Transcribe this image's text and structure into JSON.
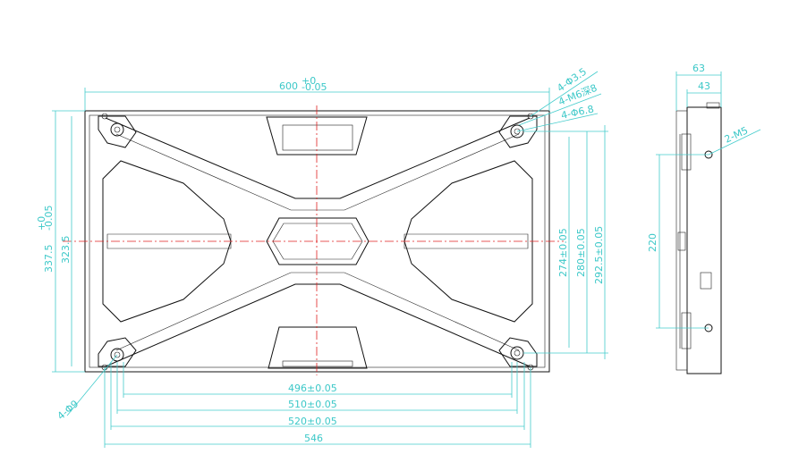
{
  "front_view": {
    "dim_width_top": "600",
    "dim_width_top_tol_upper": "+0",
    "dim_width_top_tol_lower": "-0.05",
    "dim_height_outer": "337.5",
    "dim_height_outer_tol_upper": "+0",
    "dim_height_outer_tol_lower": "-0.05",
    "dim_height_inner": "323.5",
    "dim_274": "274±0.05",
    "dim_280": "280±0.05",
    "dim_292": "292.5±0.05",
    "dim_496": "496±0.05",
    "dim_510": "510±0.05",
    "dim_520": "520±0.05",
    "dim_546": "546",
    "callout_phi35": "4-Φ3.5",
    "callout_m6": "4-M6深8",
    "callout_phi68": "4-Φ6.8",
    "callout_phi9": "4-Φ9"
  },
  "side_view": {
    "dim_63": "63",
    "dim_43": "43",
    "dim_220": "220",
    "callout_m5": "2-M5"
  }
}
